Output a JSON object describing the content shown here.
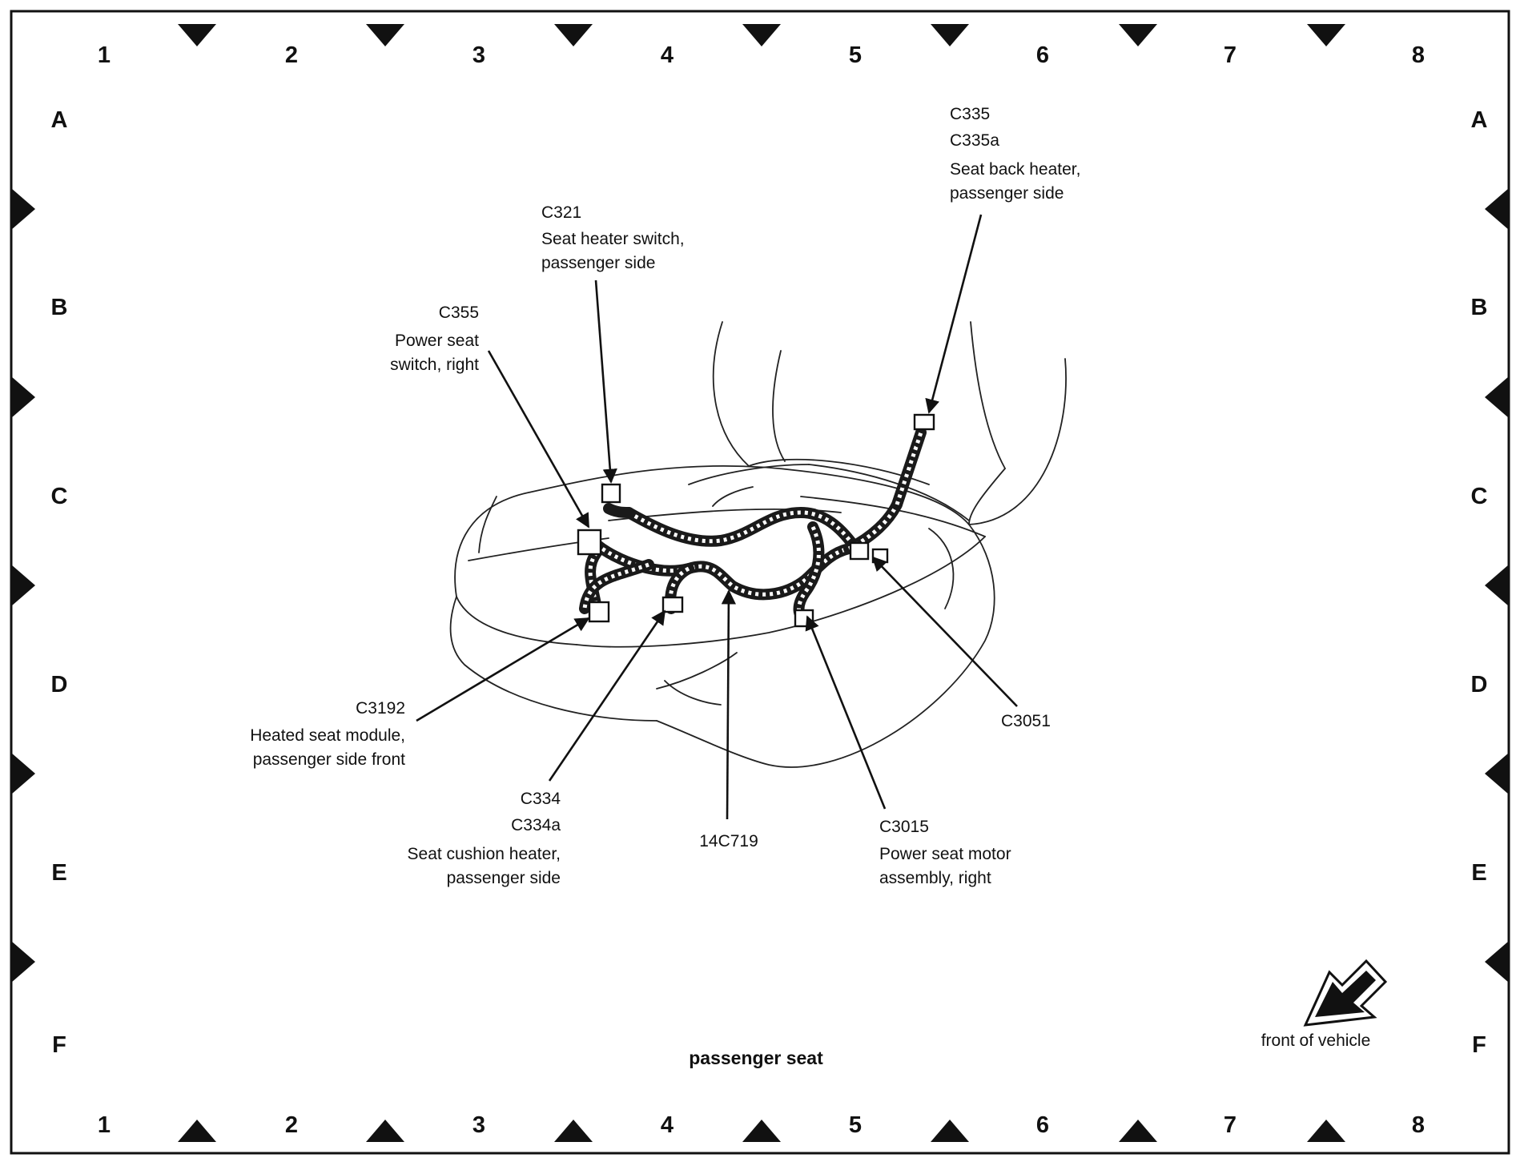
{
  "diagram": {
    "title": "passenger seat",
    "column_labels": [
      "1",
      "2",
      "3",
      "4",
      "5",
      "6",
      "7",
      "8"
    ],
    "row_labels": [
      "A",
      "B",
      "C",
      "D",
      "E",
      "F"
    ],
    "callouts": [
      {
        "id": "c335",
        "lines": [
          "C335",
          "C335a",
          "Seat back heater,",
          "passenger side"
        ]
      },
      {
        "id": "c321",
        "lines": [
          "C321",
          "Seat heater switch,",
          "passenger side"
        ]
      },
      {
        "id": "c355",
        "lines": [
          "C355",
          "Power seat",
          "switch, right"
        ]
      },
      {
        "id": "c3192",
        "lines": [
          "C3192",
          "Heated seat module,",
          "passenger side front"
        ]
      },
      {
        "id": "c334",
        "lines": [
          "C334",
          "C334a",
          "Seat cushion heater,",
          "passenger side"
        ]
      },
      {
        "id": "h14c719",
        "lines": [
          "14C719"
        ]
      },
      {
        "id": "c3015",
        "lines": [
          "C3015",
          "Power seat motor",
          "assembly, right"
        ]
      },
      {
        "id": "c3051",
        "lines": [
          "C3051"
        ]
      }
    ],
    "orientation_label": "front of vehicle",
    "orientation_icon": "front-direction-arrow-icon"
  }
}
